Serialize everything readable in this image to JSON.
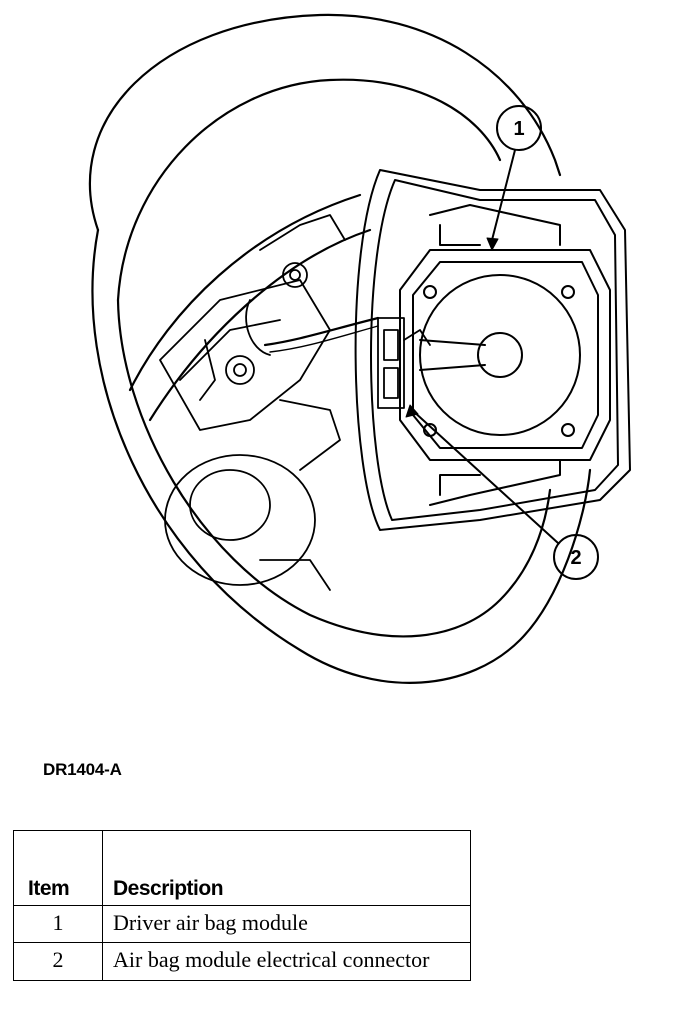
{
  "figure": {
    "id": "DR1404-A",
    "callouts": [
      {
        "label": "1"
      },
      {
        "label": "2"
      }
    ]
  },
  "legend": {
    "headers": {
      "item": "Item",
      "description": "Description"
    },
    "rows": [
      {
        "item": "1",
        "description": "Driver air bag module"
      },
      {
        "item": "2",
        "description": "Air bag module electrical connector"
      }
    ]
  }
}
